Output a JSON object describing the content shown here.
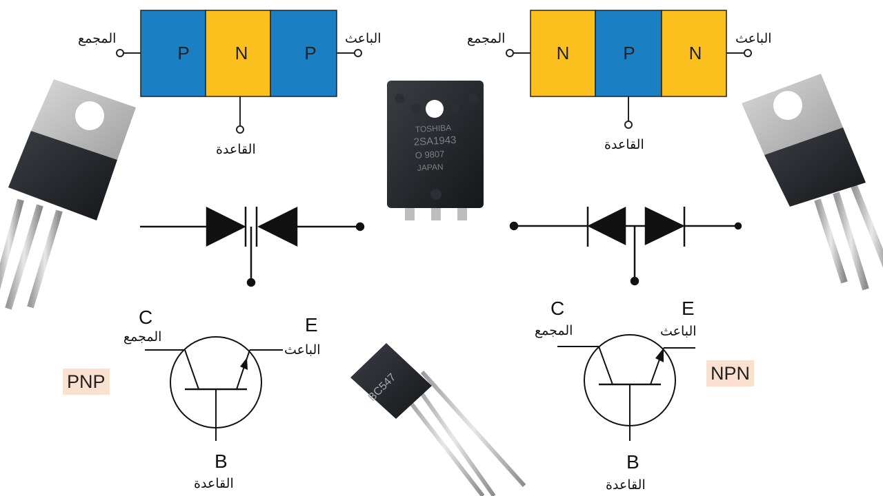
{
  "colors": {
    "p_layer": "#1b7fc4",
    "n_layer": "#fbc01d",
    "type_tag_bg": "#fbe0cf"
  },
  "pnp": {
    "layers": [
      "P",
      "N",
      "P"
    ],
    "collector_label": "المجمع",
    "emitter_label": "الباعث",
    "base_label": "القاعدة",
    "symbol": {
      "type": "PNP",
      "c_letter": "C",
      "collector_label": "المجمع",
      "e_letter": "E",
      "emitter_label": "الباعث",
      "b_letter": "B",
      "base_label": "القاعدة"
    }
  },
  "npn": {
    "layers": [
      "N",
      "P",
      "N"
    ],
    "collector_label": "المجمع",
    "emitter_label": "الباعث",
    "base_label": "القاعدة",
    "symbol": {
      "type": "NPN",
      "c_letter": "C",
      "collector_label": "المجمع",
      "e_letter": "E",
      "emitter_label": "الباعث",
      "b_letter": "B",
      "base_label": "القاعدة"
    }
  },
  "components": {
    "big_transistor_marking": [
      "TOSHIBA",
      "2SA1943",
      "O 9807",
      "JAPAN"
    ],
    "small_transistor_marking": "BC547"
  }
}
